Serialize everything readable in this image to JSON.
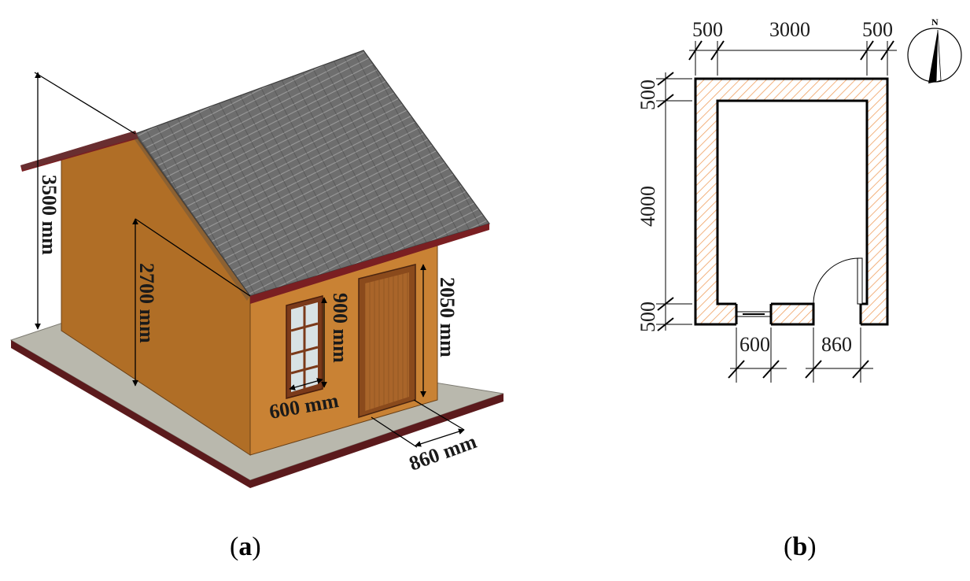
{
  "house": {
    "height_total": "3500 mm",
    "wall_height": "2700 mm",
    "window_height": "900 mm",
    "window_width": "600 mm",
    "door_height": "2050 mm",
    "door_width": "860 mm"
  },
  "plan": {
    "top_left": "500",
    "top_middle": "3000",
    "top_right": "500",
    "left_top": "500",
    "left_middle": "4000",
    "left_bottom": "500",
    "window_width": "600",
    "door_width": "860",
    "north_label": "N"
  },
  "captions": {
    "a_open": "(",
    "a_letter": "a",
    "a_close": ")",
    "b_open": "(",
    "b_letter": "b",
    "b_close": ")"
  },
  "colors": {
    "wall": "#c07a2c",
    "wall_side": "#b06e26",
    "roof": "#707070",
    "ground": "#b9b8ad",
    "trim": "#7a1f22",
    "hatch": "#f0a060"
  }
}
